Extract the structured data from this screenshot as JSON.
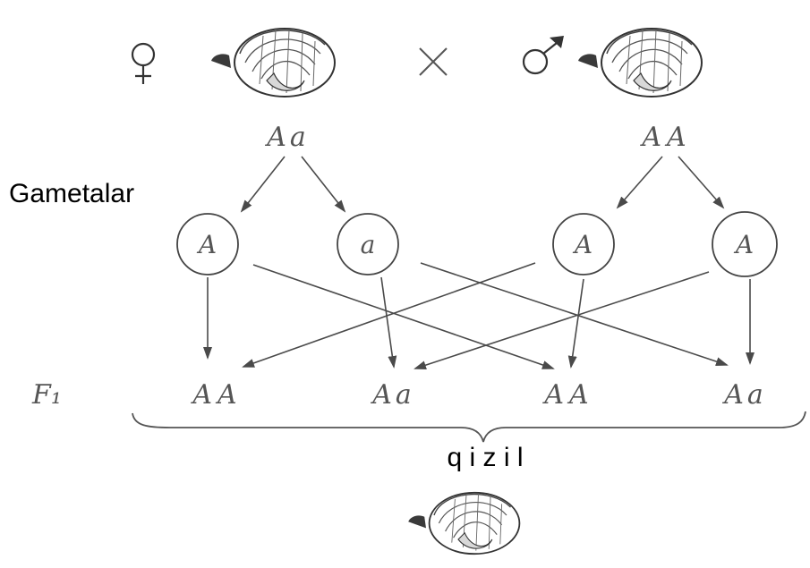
{
  "parents": {
    "female": {
      "symbol": "♀",
      "genotype": "Aa"
    },
    "cross_symbol": "×",
    "male": {
      "symbol": "♂",
      "genotype": "AA"
    }
  },
  "gametes_label": "Gametalar",
  "gametes": [
    "A",
    "a",
    "A",
    "A"
  ],
  "generation_label": "F₁",
  "offspring": [
    "AA",
    "Aa",
    "AA",
    "Aa"
  ],
  "phenotype_label": "q i z i l",
  "icons": [
    "female-symbol-icon",
    "male-symbol-icon",
    "snail-shell-icon"
  ]
}
